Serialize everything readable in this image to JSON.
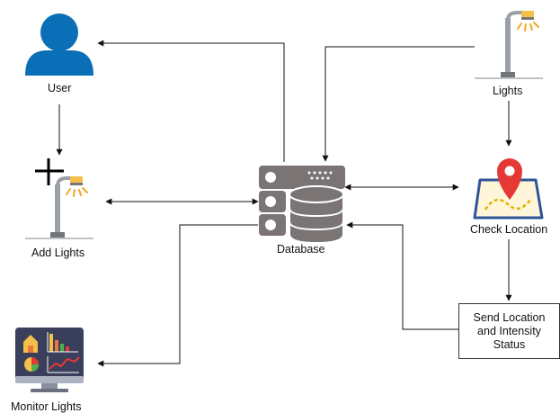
{
  "nodes": {
    "user": {
      "label": "User"
    },
    "lights": {
      "label": "Lights"
    },
    "add_lights": {
      "label": "Add Lights"
    },
    "database": {
      "label": "Database"
    },
    "check_location": {
      "label": "Check Location"
    },
    "send_status": {
      "lines": [
        "Send Location",
        "and Intensity",
        "Status"
      ]
    },
    "monitor_lights": {
      "label": "Monitor Lights"
    }
  },
  "icons": {
    "user": "user-icon",
    "lights": "street-lamp-icon",
    "add_lights": "add-street-lamp-icon",
    "database": "database-server-icon",
    "check_location": "map-location-pin-icon",
    "monitor_lights": "monitor-dashboard-icon"
  },
  "colors": {
    "user_blue": "#0b6fb8",
    "lamp_gray": "#9aa0a6",
    "lamp_glow": "#f5a623",
    "db_gray": "#7a7474",
    "pin_red": "#e53935",
    "map_blue": "#2f5597",
    "map_paper": "#fff5d9",
    "monitor_dark": "#3a3f5c",
    "line": "#111111"
  }
}
